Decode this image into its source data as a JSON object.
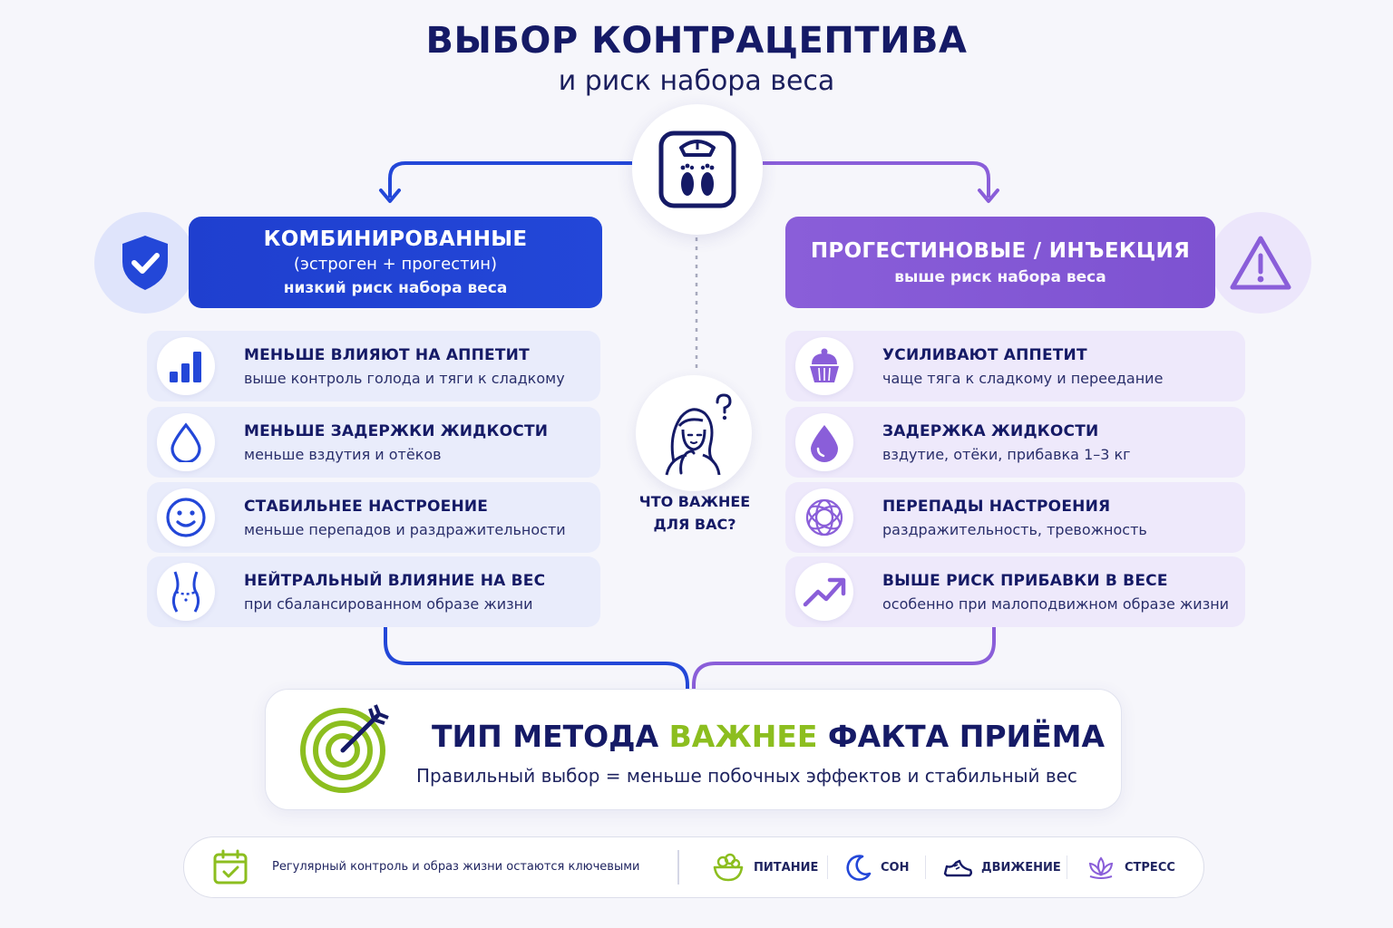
{
  "header": {
    "title": "ВЫБОР КОНТРАЦЕПТИВА",
    "subtitle": "и риск набора веса"
  },
  "colors": {
    "left_accent": "#2347d8",
    "right_accent": "#8a5ed9",
    "highlight": "#8cbe1f",
    "dark_text": "#151a66"
  },
  "left": {
    "title": "КОМБИНИРОВАННЫЕ",
    "subtitle": "(эстроген + прогестин)",
    "risk": "низкий риск набора веса",
    "icon": "shield-check-icon",
    "items": [
      {
        "icon": "bar-chart-icon",
        "title": "МЕНЬШЕ ВЛИЯЮТ НА АППЕТИТ",
        "desc": "выше контроль голода и тяги к сладкому"
      },
      {
        "icon": "drop-icon",
        "title": "МЕНЬШЕ ЗАДЕРЖКИ ЖИДКОСТИ",
        "desc": "меньше вздутия и отёков"
      },
      {
        "icon": "smile-icon",
        "title": "СТАБИЛЬНЕЕ НАСТРОЕНИЕ",
        "desc": "меньше перепадов и раздражительности"
      },
      {
        "icon": "waist-icon",
        "title": "НЕЙТРАЛЬНЫЙ ВЛИЯНИЕ НА ВЕС",
        "desc": "при сбалансированном образе жизни"
      }
    ]
  },
  "right": {
    "title": "ПРОГЕСТИНОВЫЕ / ИНЪЕКЦИЯ",
    "risk": "выше риск набора веса",
    "icon": "warning-icon",
    "items": [
      {
        "icon": "cupcake-icon",
        "title": "УСИЛИВАЮТ АППЕТИТ",
        "desc": "чаще тяга к сладкому и переедание"
      },
      {
        "icon": "drop-icon",
        "title": "ЗАДЕРЖКА ЖИДКОСТИ",
        "desc": "вздутие, отёки, прибавка 1–3 кг"
      },
      {
        "icon": "tangle-icon",
        "title": "ПЕРЕПАДЫ НАСТРОЕНИЯ",
        "desc": "раздражительность, тревожность"
      },
      {
        "icon": "trend-up-icon",
        "title": "ВЫШЕ РИСК ПРИБАВКИ В ВЕСЕ",
        "desc": "особенно при малоподвижном образе жизни"
      }
    ]
  },
  "center": {
    "question_line1": "ЧТО ВАЖНЕЕ",
    "question_line2": "ДЛЯ ВАС?"
  },
  "conclusion": {
    "part1": "ТИП МЕТОДА",
    "highlight": "ВАЖНЕЕ",
    "part2": "ФАКТА ПРИЁМА",
    "desc": "Правильный выбор = меньше побочных эффектов и стабильный вес"
  },
  "footer": {
    "note": "Регулярный контроль и образ жизни остаются ключевыми",
    "items": [
      {
        "icon": "salad-bowl-icon",
        "label": "ПИТАНИЕ"
      },
      {
        "icon": "moon-icon",
        "label": "СОН"
      },
      {
        "icon": "sneaker-icon",
        "label": "ДВИЖЕНИЕ"
      },
      {
        "icon": "lotus-icon",
        "label": "СТРЕСС"
      }
    ]
  }
}
